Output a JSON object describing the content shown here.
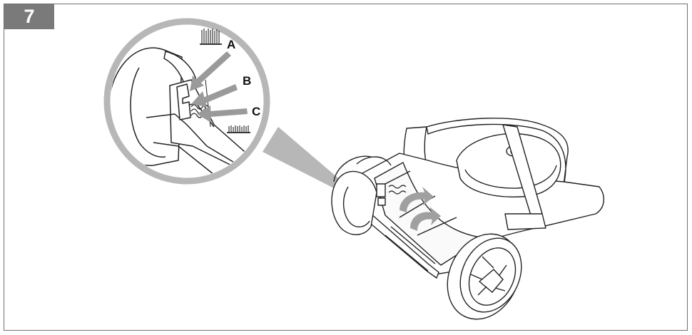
{
  "step": {
    "number": "7",
    "badge_color": "#7a7a7a"
  },
  "callouts": [
    {
      "label": "A",
      "part": "adjustment-slot"
    },
    {
      "label": "B",
      "part": "spring-hook"
    },
    {
      "label": "C",
      "part": "spring"
    }
  ],
  "icons": {
    "high_setting": "tall-grass-icon",
    "low_setting": "short-grass-icon"
  },
  "colors": {
    "arrow": "#9a9a9a",
    "magnifier_ring": "#b7b7b7",
    "line": "#222222"
  }
}
